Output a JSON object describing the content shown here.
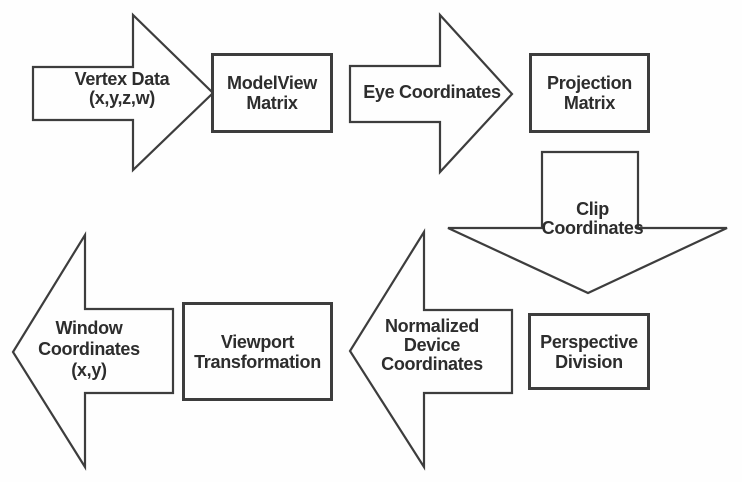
{
  "diagram": {
    "background": "#fefefe",
    "line_color": "#3d3d3d",
    "text_color": "#2d2d2d",
    "nodes": {
      "vertex": {
        "line1": "Vertex Data",
        "line2": "(x,y,z,w)"
      },
      "modelview": {
        "line1": "ModelView",
        "line2": "Matrix"
      },
      "eye": {
        "line1": "Eye Coordinates"
      },
      "projection": {
        "line1": "Projection",
        "line2": "Matrix"
      },
      "clip": {
        "line1": "Clip",
        "line2": "Coordinates"
      },
      "perspective": {
        "line1": "Perspective",
        "line2": "Division"
      },
      "ndc": {
        "line1": "Normalized",
        "line2": "Device",
        "line3": "Coordinates"
      },
      "viewport": {
        "line1": "Viewport",
        "line2": "Transformation"
      },
      "window": {
        "line1": "Window",
        "line2": "Coordinates",
        "line3": "(x,y)"
      }
    }
  }
}
